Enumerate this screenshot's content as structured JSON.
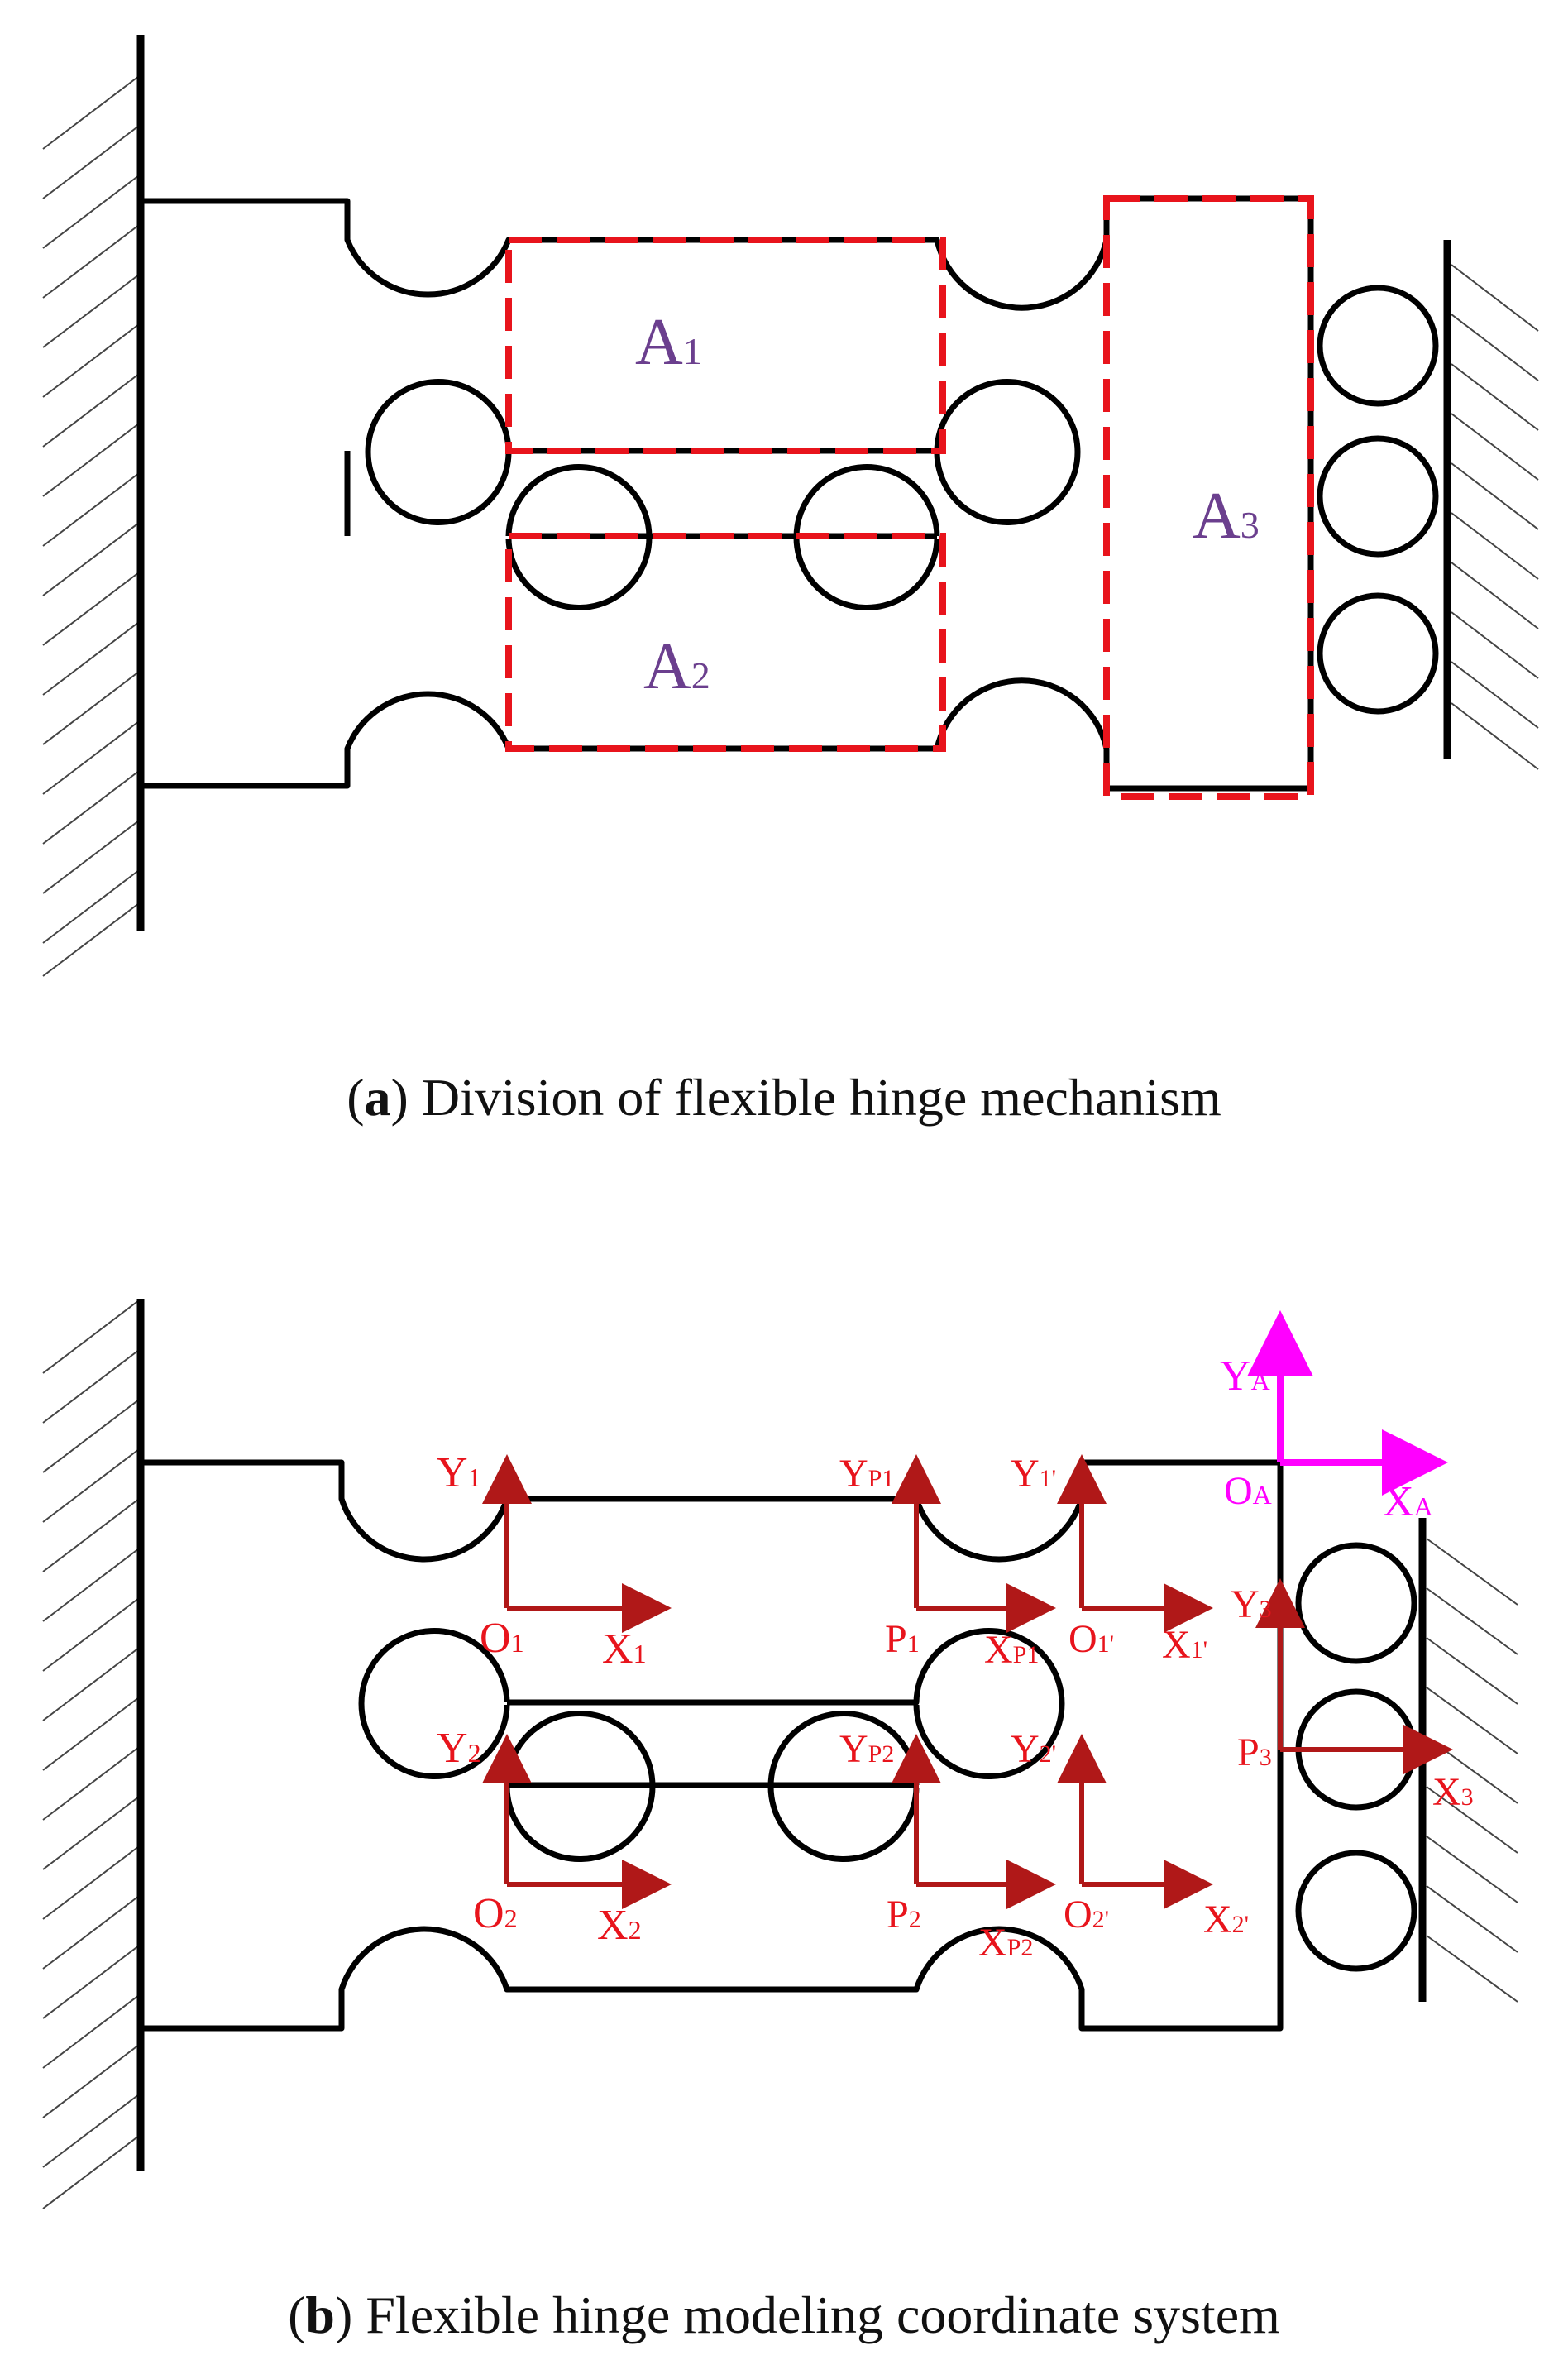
{
  "colors": {
    "outline": "#000000",
    "division": "#e8141c",
    "region_label": "#6b3f8e",
    "axis": "#b01818",
    "axis_label": "#e8141c",
    "global_axis": "#ff00ff"
  },
  "panel_a": {
    "caption": {
      "letter": "a",
      "text": "Division of flexible hinge mechanism"
    },
    "regions": [
      {
        "main": "A",
        "sub": "1"
      },
      {
        "main": "A",
        "sub": "2"
      },
      {
        "main": "A",
        "sub": "3"
      }
    ]
  },
  "panel_b": {
    "caption": {
      "letter": "b",
      "text": "Flexible hinge modeling coordinate system"
    },
    "global_frame": {
      "y": {
        "main": "Y",
        "sub": "A"
      },
      "x": {
        "main": "X",
        "sub": "A"
      },
      "o": {
        "main": "O",
        "sub": "A"
      }
    },
    "frames": [
      {
        "y": {
          "main": "Y",
          "sub": "1"
        },
        "o": {
          "main": "O",
          "sub": "1"
        },
        "x": {
          "main": "X",
          "sub": "1"
        }
      },
      {
        "y": {
          "main": "Y",
          "sub": "P1"
        },
        "o": {
          "main": "P",
          "sub": "1"
        },
        "x": {
          "main": "X",
          "sub": "P1"
        }
      },
      {
        "y": {
          "main": "Y",
          "sub": "1'"
        },
        "o": {
          "main": "O",
          "sub": "1'"
        },
        "x": {
          "main": "X",
          "sub": "1'"
        }
      },
      {
        "y": {
          "main": "Y",
          "sub": "2"
        },
        "o": {
          "main": "O",
          "sub": "2"
        },
        "x": {
          "main": "X",
          "sub": "2"
        }
      },
      {
        "y": {
          "main": "Y",
          "sub": "P2"
        },
        "o": {
          "main": "P",
          "sub": "2"
        },
        "x": {
          "main": "X",
          "sub": "P2"
        }
      },
      {
        "y": {
          "main": "Y",
          "sub": "2'"
        },
        "o": {
          "main": "O",
          "sub": "2'"
        },
        "x": {
          "main": "X",
          "sub": "2'"
        }
      },
      {
        "y": {
          "main": "Y",
          "sub": "3"
        },
        "o": {
          "main": "P",
          "sub": "3"
        },
        "x": {
          "main": "X",
          "sub": "3"
        }
      }
    ]
  }
}
